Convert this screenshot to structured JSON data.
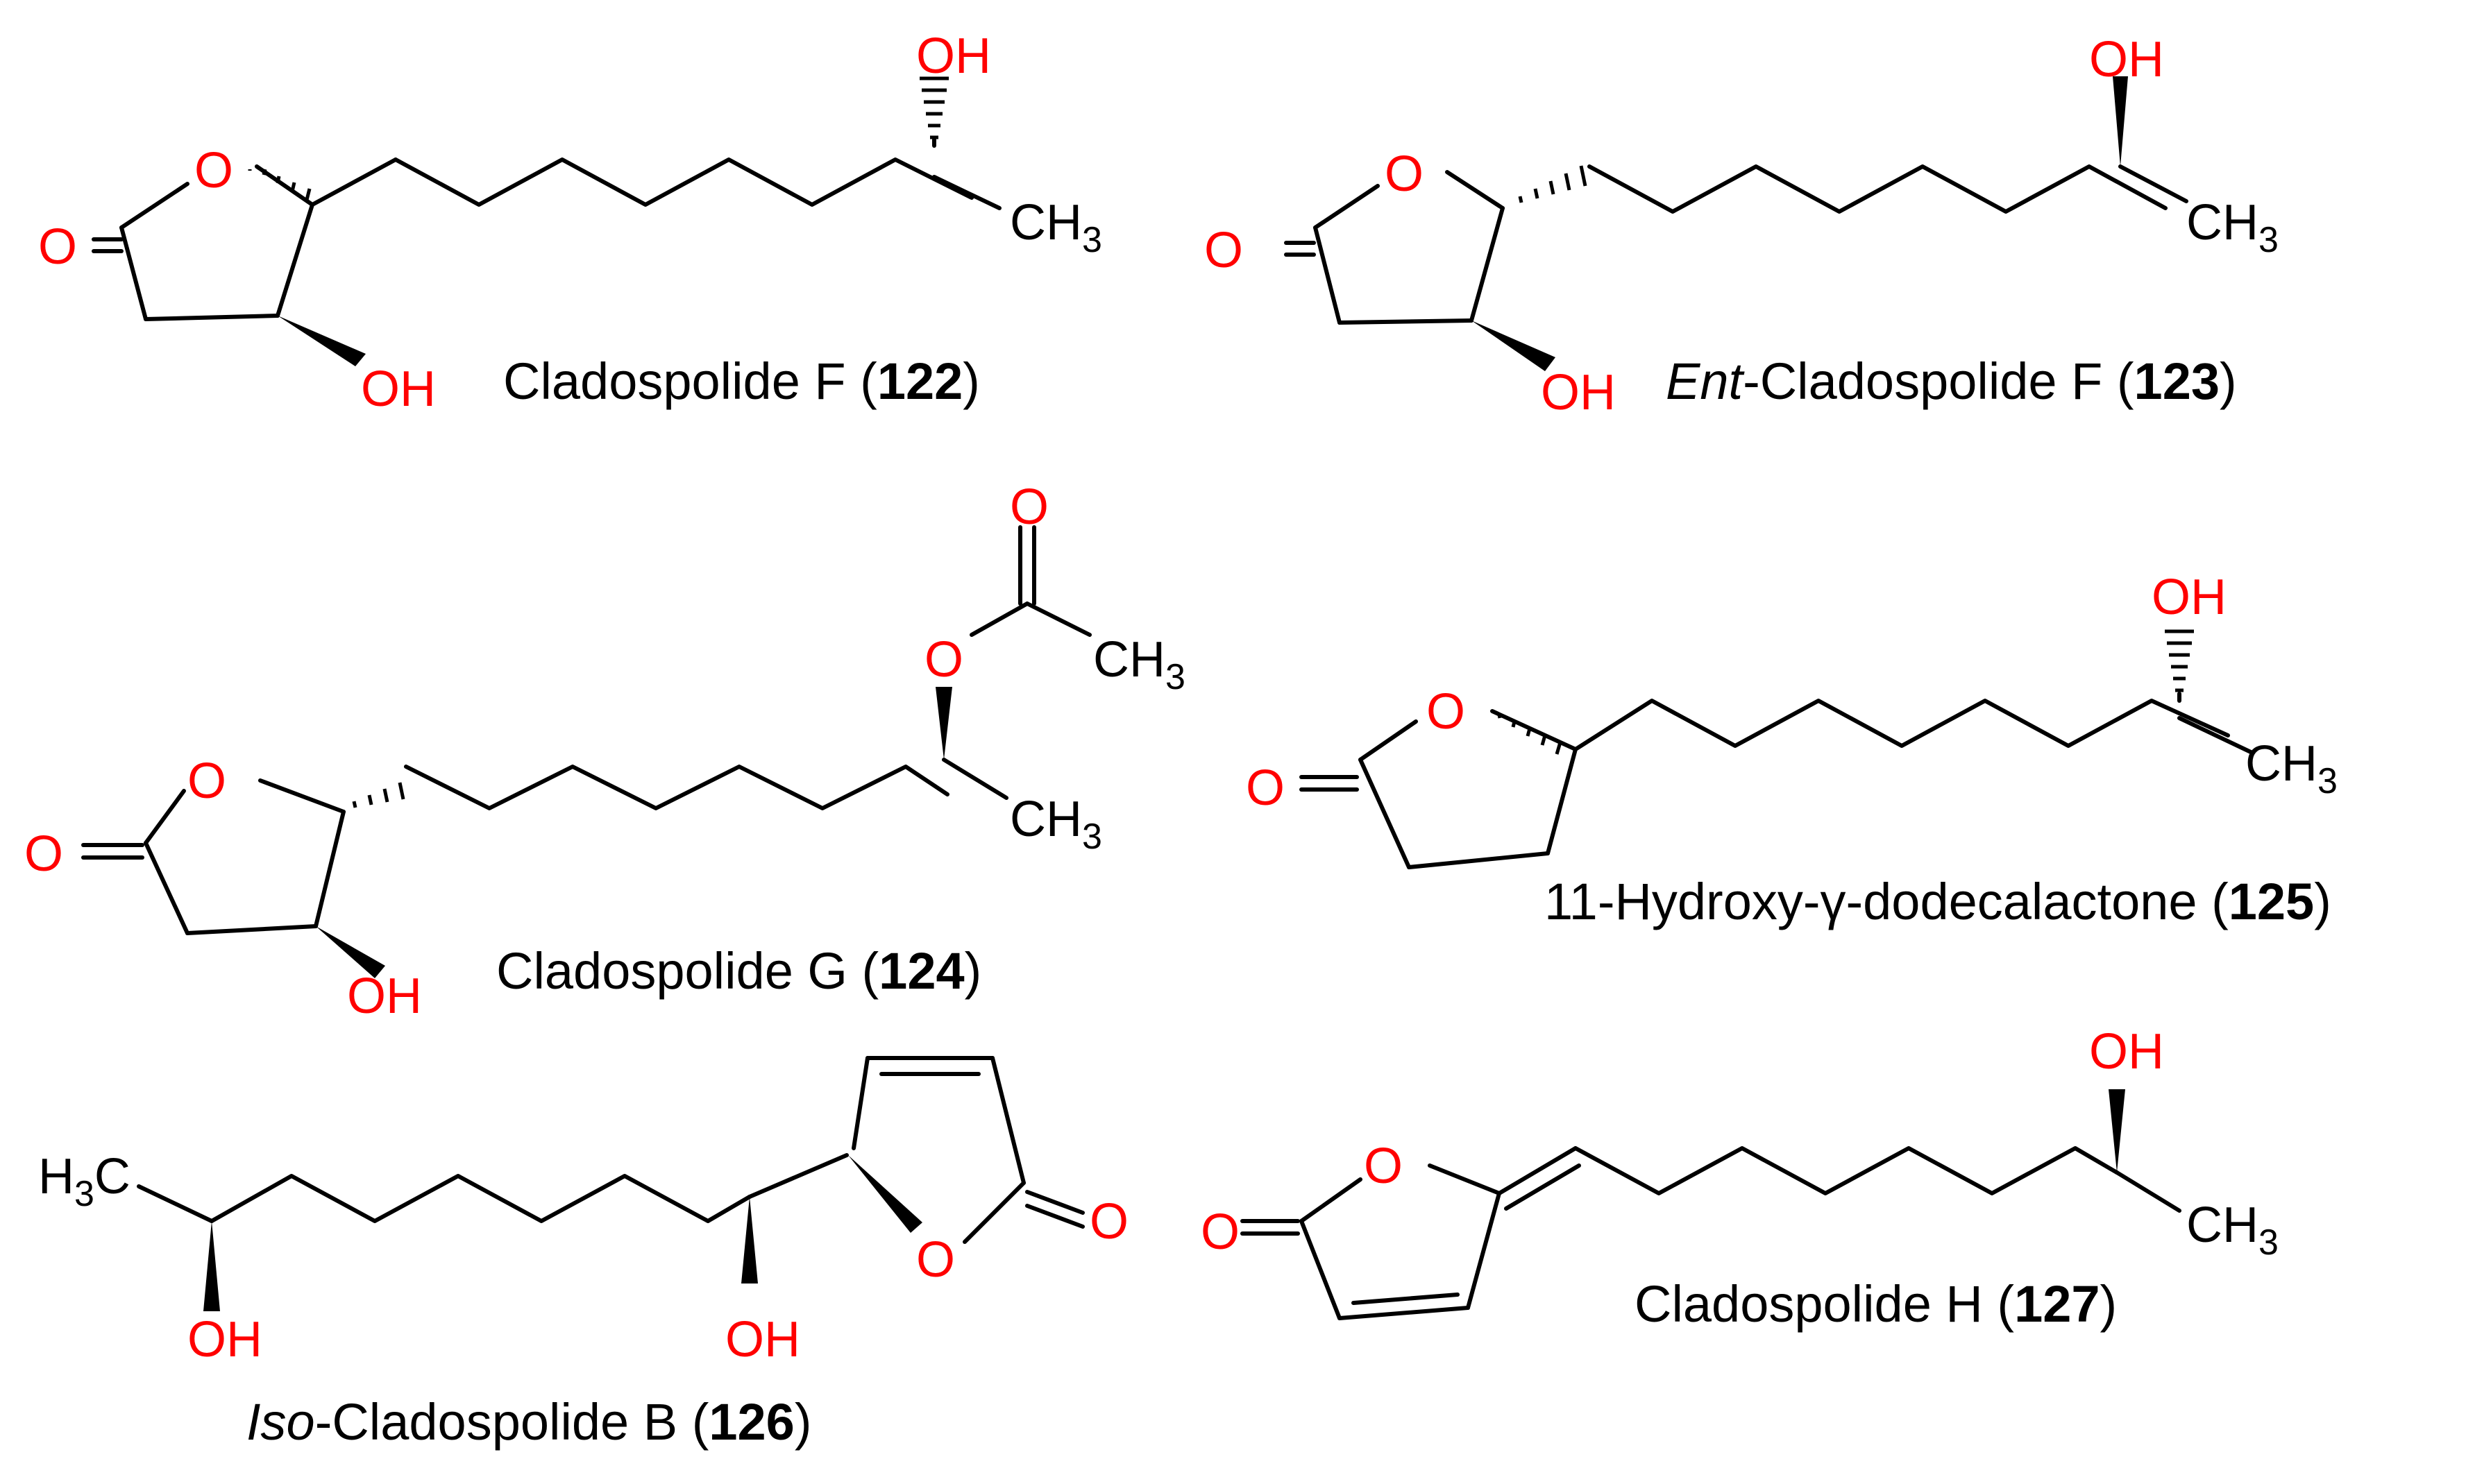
{
  "colors": {
    "heteroatom": "#ff0000",
    "carbon_bond": "#000000",
    "background": "#ffffff"
  },
  "atoms": {
    "O": "O",
    "OH": "OH",
    "CH": "CH",
    "H": "H",
    "C": "C",
    "sub3": "3"
  },
  "compounds": [
    {
      "name_prefix": "",
      "name": "Cladospolide F",
      "open": " (",
      "number": "122",
      "close": ")"
    },
    {
      "name_prefix": "Ent",
      "name": "-Cladospolide F",
      "open": " (",
      "number": "123",
      "close": ")"
    },
    {
      "name_prefix": "",
      "name": "Cladospolide G",
      "open": " (",
      "number": "124",
      "close": ")"
    },
    {
      "name_prefix": "",
      "name": "11-Hydroxy-γ-dodecalactone",
      "open": " (",
      "number": "125",
      "close": ")"
    },
    {
      "name_prefix": "Iso",
      "name": "-Cladospolide B",
      "open": " (",
      "number": "126",
      "close": ")"
    },
    {
      "name_prefix": "",
      "name": "Cladospolide H",
      "open": " (",
      "number": "127",
      "close": ")"
    }
  ]
}
